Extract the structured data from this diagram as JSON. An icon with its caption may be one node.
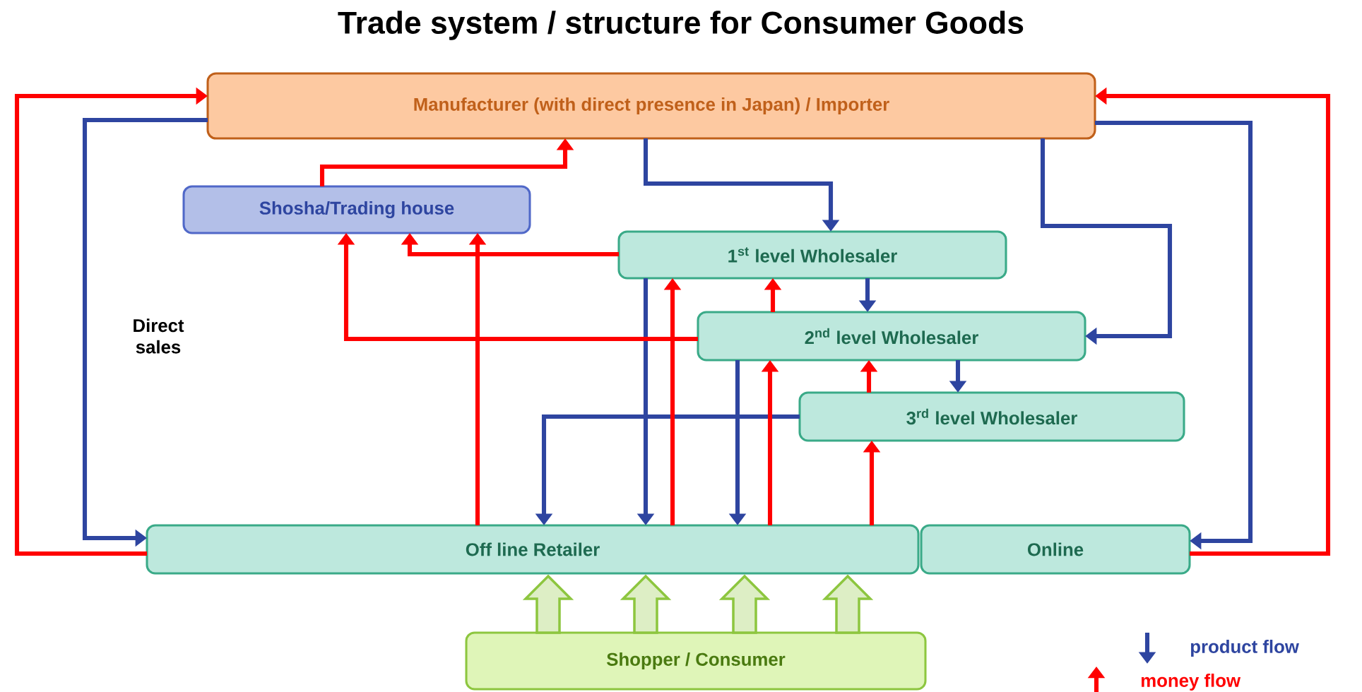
{
  "diagram": {
    "title": "Trade system / structure for Consumer Goods",
    "nodes": [
      {
        "text": [
          "Manufacturer (with direct presence in Japan) / Importer"
        ]
      },
      {
        "text": [
          "Shosha/Trading house"
        ]
      },
      {
        "text": [
          "1$^{st}$ level Wholesaler"
        ]
      },
      {
        "text": [
          "2$^{nd}$ level Wholesaler"
        ]
      },
      {
        "text": [
          "3$^{rd}$ level Wholesaler"
        ]
      },
      {
        "text": [
          "Off line Retailer"
        ]
      },
      {
        "text": [
          "Online"
        ]
      },
      {
        "text": [
          "Shopper / Consumer"
        ]
      }
    ],
    "edges": [
      {
        "from": 0,
        "to": 5,
        "arrow": "to",
        "color": "#2e45a0"
      },
      {
        "from": 0,
        "to": 2,
        "arrow": "to",
        "color": "#2e45a0"
      },
      {
        "from": 0,
        "to": 3,
        "arrow": "to",
        "color": "#2e45a0"
      },
      {
        "from": 0,
        "to": 6,
        "arrow": "to",
        "color": "#2e45a0"
      },
      {
        "from": 2,
        "to": 3,
        "arrow": "to",
        "color": "#2e45a0"
      },
      {
        "from": 3,
        "to": 4,
        "arrow": "to",
        "color": "#2e45a0"
      },
      {
        "from": 2,
        "to": 5,
        "arrow": "to",
        "color": "#2e45a0"
      },
      {
        "from": 3,
        "to": 5,
        "arrow": "to",
        "color": "#2e45a0"
      },
      {
        "from": 4,
        "to": 5,
        "arrow": "to",
        "color": "#2e45a0"
      },
      {
        "from": 5,
        "to": 0,
        "arrow": "to"
      },
      {
        "from": 6,
        "to": 0,
        "arrow": "to"
      },
      {
        "from": 1,
        "to": 0,
        "arrow": "to"
      },
      {
        "from": 2,
        "to": 1,
        "arrow": "to"
      },
      {
        "from": 3,
        "to": 1,
        "arrow": "to"
      },
      {
        "from": 5,
        "to": 1,
        "arrow": "to"
      },
      {
        "from": 5,
        "to": 2,
        "arrow": "to"
      },
      {
        "from": 5,
        "to": 3,
        "arrow": "to"
      },
      {
        "from": 5,
        "to": 4,
        "arrow": "to"
      },
      {
        "from": 3,
        "to": 2,
        "arrow": "to"
      },
      {
        "from": 4,
        "to": 3,
        "arrow": "to"
      },
      {
        "from": 7,
        "to": 5,
        "arrow": "to",
        "style": "thick",
        "color": "#8dc63f"
      },
      {
        "from": 7,
        "to": 5,
        "arrow": "to",
        "style": "thick",
        "color": "#8dc63f"
      },
      {
        "from": 7,
        "to": 5,
        "arrow": "to",
        "style": "thick",
        "color": "#8dc63f"
      },
      {
        "from": 7,
        "to": 5,
        "arrow": "to",
        "style": "thick",
        "color": "#8dc63f"
      }
    ],
    "labels": [
      "Direct sales"
    ],
    "legend": [
      {
        "text": "product flow"
      },
      {
        "text": "money flow"
      }
    ]
  }
}
